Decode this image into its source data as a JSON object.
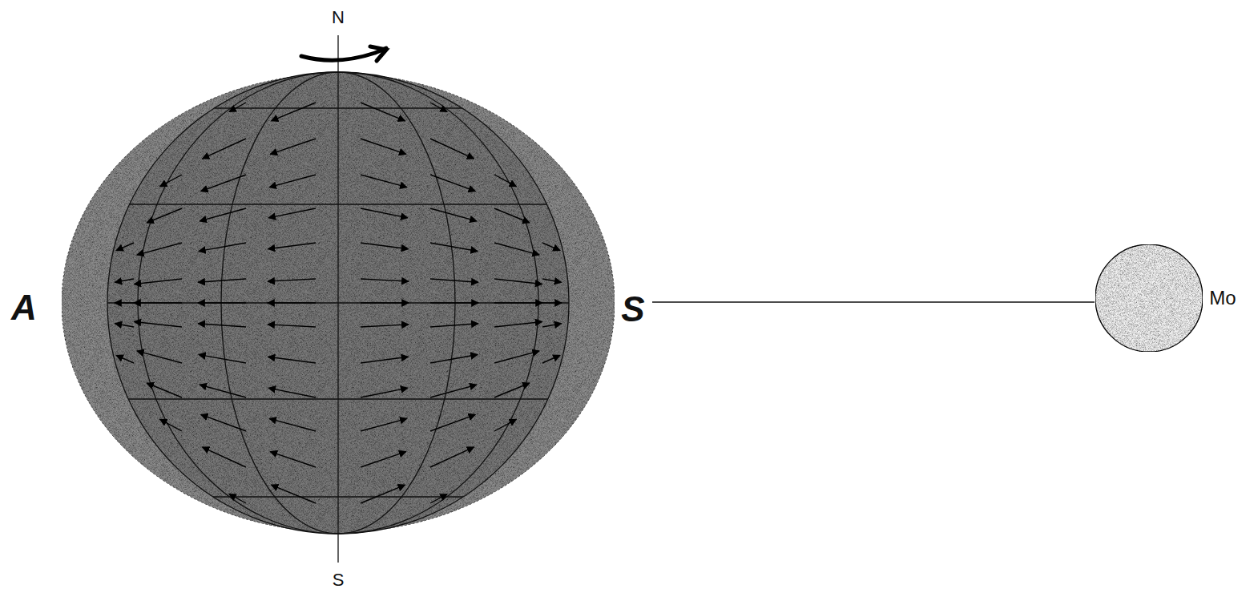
{
  "diagram": {
    "labels": [
      "N",
      "S",
      "A",
      "S",
      "Mo"
    ]
  }
}
